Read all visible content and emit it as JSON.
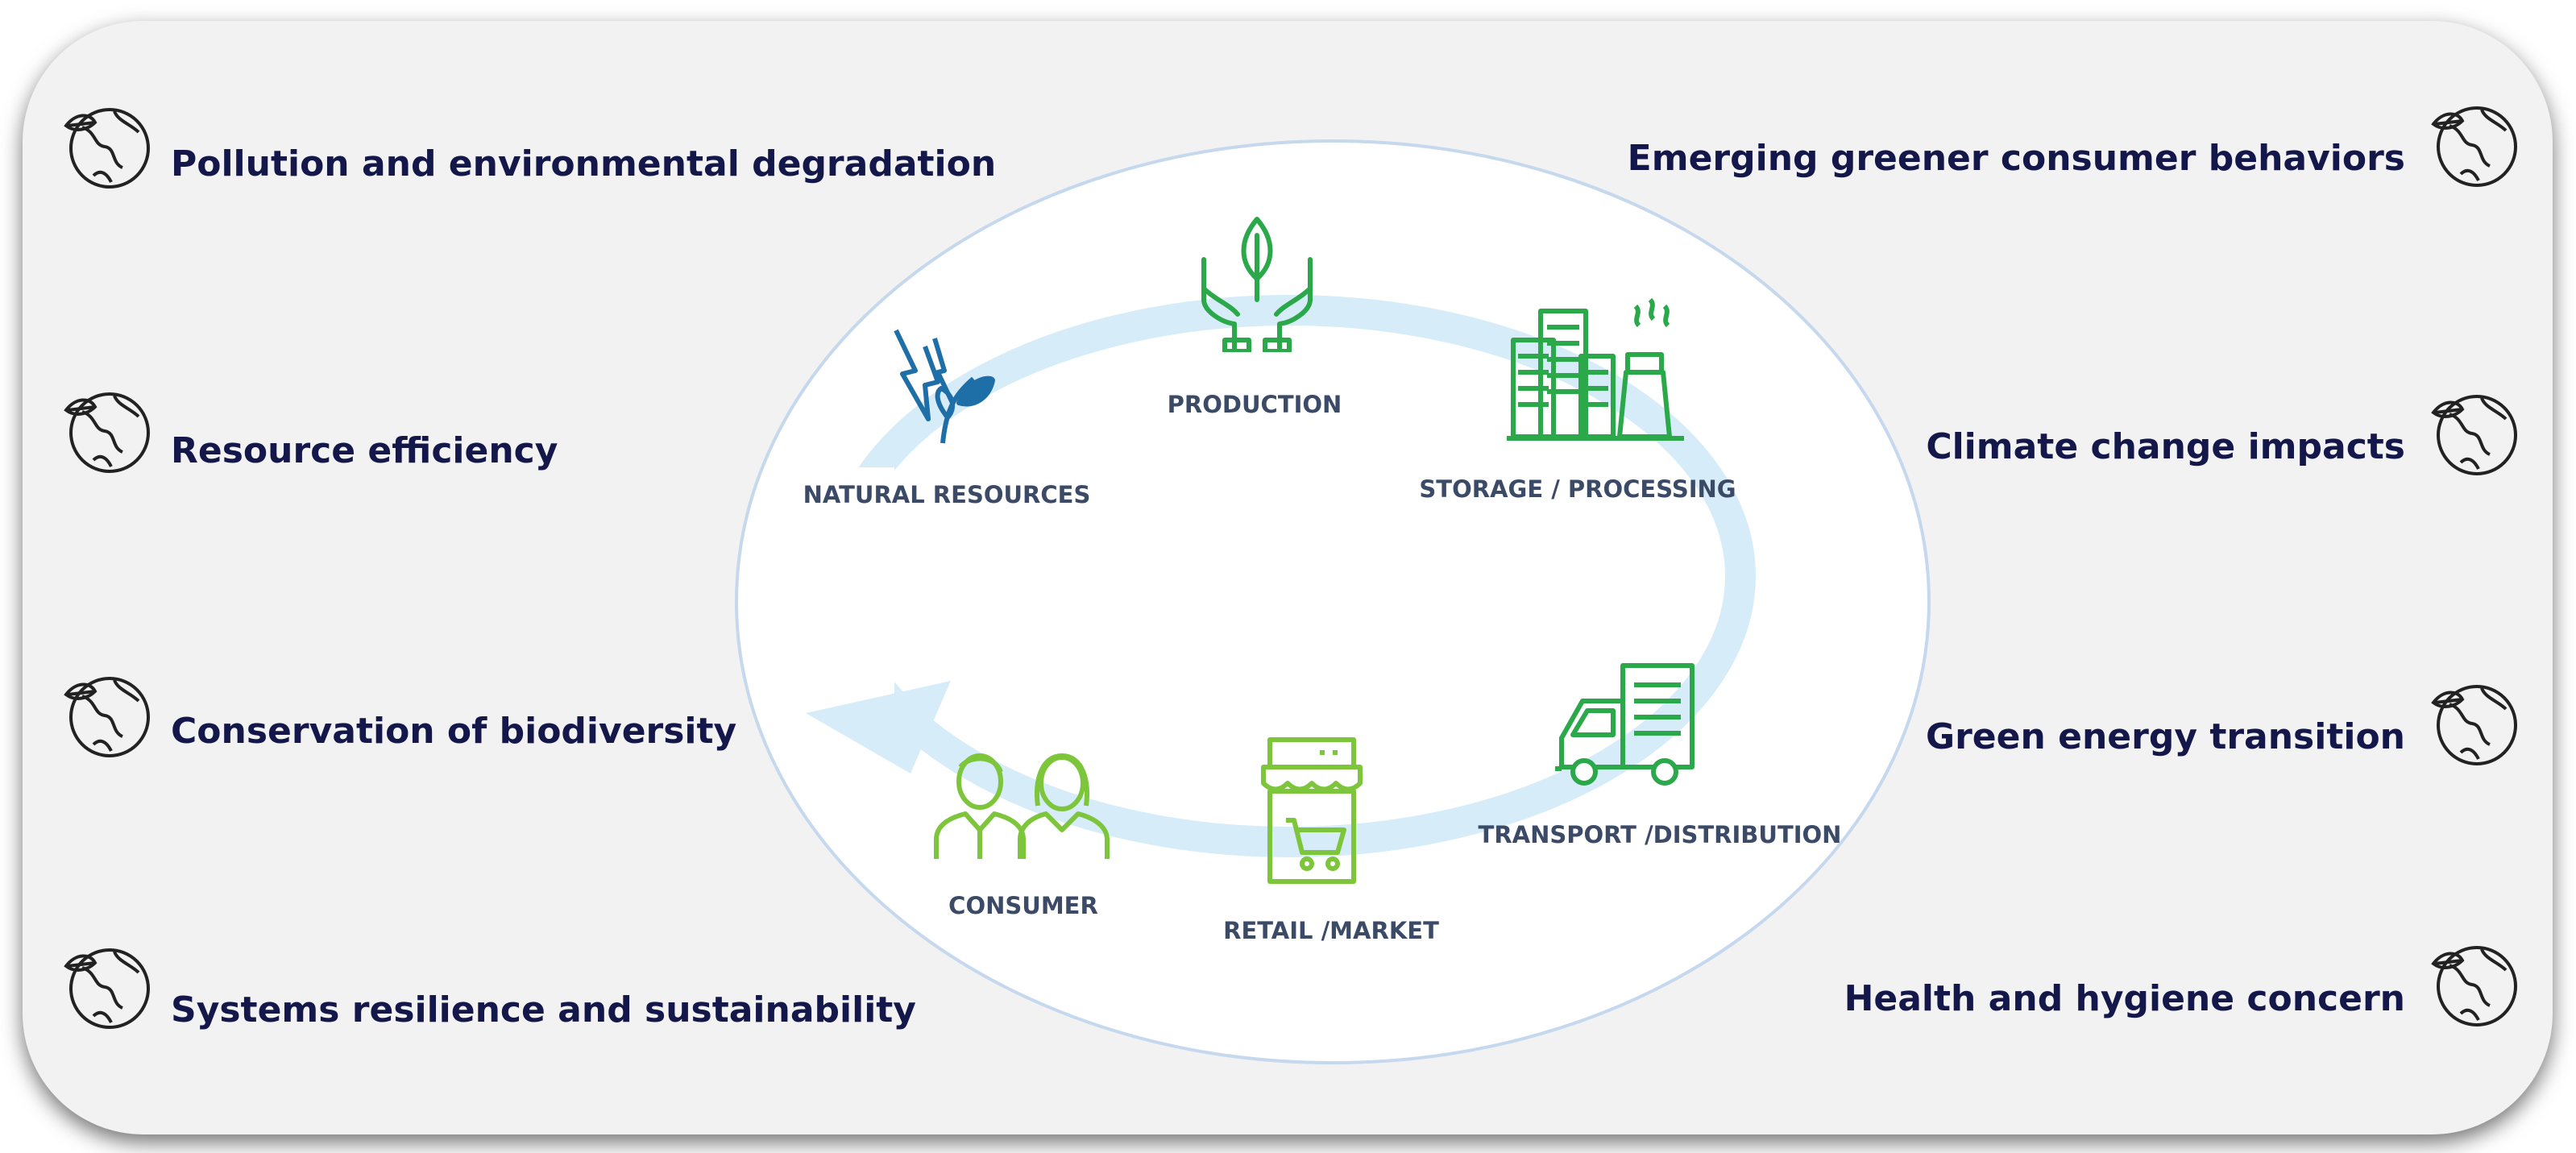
{
  "left_issues": [
    "Pollution and environmental degradation",
    "Resource efficiency",
    "Conservation of biodiversity",
    "Systems resilience and sustainability"
  ],
  "right_issues": [
    "Emerging greener consumer behaviors",
    "Climate change impacts",
    "Green energy transition",
    "Health and hygiene concern"
  ],
  "stages": {
    "natural_resources": "NATURAL RESOURCES",
    "production": "PRODUCTION",
    "storage": "STORAGE / PROCESSING",
    "transport": "TRANSPORT /DISTRIBUTION",
    "retail": "RETAIL /MARKET",
    "consumer": "CONSUMER"
  },
  "icons": {
    "issue": "globe-leaf-icon",
    "natural_resources": "plant-lightning-icon",
    "production": "hands-leaf-icon",
    "storage": "factory-buildings-icon",
    "transport": "delivery-truck-icon",
    "retail": "shop-cart-icon",
    "consumer": "people-icon"
  },
  "colors": {
    "text": "#14174a",
    "stage_text": "#3b4a66",
    "cycle_arrow": "#d6ecf8",
    "blue_icon": "#1e6fa8",
    "green_icon": "#2aa84a",
    "light_green_icon": "#7dc63b"
  }
}
